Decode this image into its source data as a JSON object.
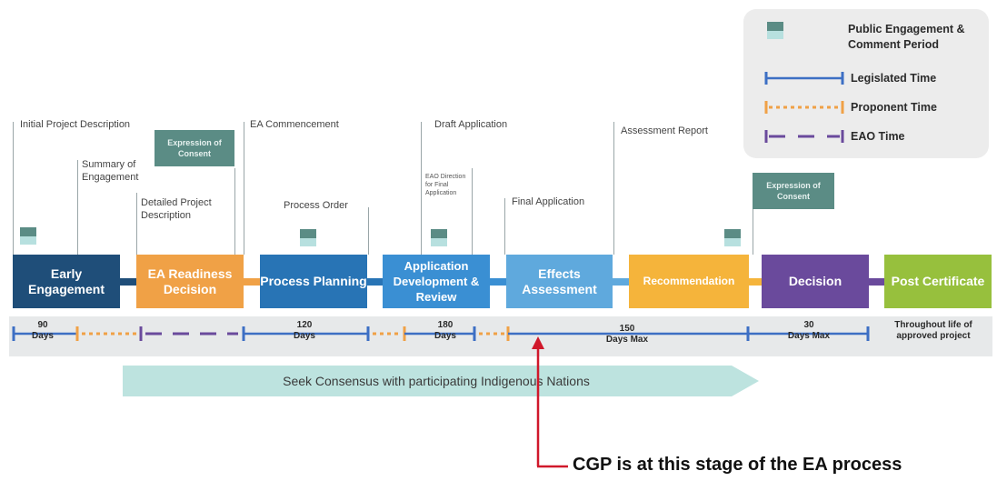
{
  "legend": {
    "engagement": "Public Engagement & Comment Period",
    "legislated": "Legislated Time",
    "proponent": "Proponent Time",
    "eao": "EAO Time"
  },
  "colors": {
    "early": "#1f4e79",
    "readiness": "#f0a146",
    "process": "#2874b5",
    "application": "#3a8fd3",
    "effects": "#5fa9dd",
    "recommendation": "#f5b43b",
    "decision": "#6a4a9c",
    "post": "#97c03d",
    "legislated_line": "#3d6fc4",
    "proponent_line": "#f0a146",
    "eao_line": "#6a4a9c",
    "consensus": "#bde3df",
    "arrow": "#d0182b"
  },
  "stages": {
    "early": "Early Engagement",
    "readiness": "EA Readiness Decision",
    "process": "Process Planning",
    "application": "Application Development & Review",
    "effects": "Effects Assessment",
    "recommendation": "Recommendation",
    "decision": "Decision",
    "post": "Post Certificate"
  },
  "annotations": {
    "initial_desc": "Initial Project Description",
    "summary": "Summary of Engagement",
    "detailed": "Detailed Project Description",
    "ea_commencement": "EA Commencement",
    "process_order": "Process Order",
    "draft_application": "Draft Application",
    "eao_direction": "EAO Direction for Final Application",
    "final_application": "Final Application",
    "assessment_report": "Assessment Report",
    "expression_1": "Expression of Consent",
    "expression_2": "Expression of Consent"
  },
  "durations": {
    "d1_num": "90",
    "d1_unit": "Days",
    "d2_num": "120",
    "d2_unit": "Days",
    "d3_num": "180",
    "d3_unit": "Days",
    "d4_num": "150",
    "d4_unit": "Days Max",
    "d5_num": "30",
    "d5_unit": "Days Max",
    "throughout": "Throughout life of approved project"
  },
  "consensus": "Seek Consensus with participating Indigenous Nations",
  "callout": "CGP is at this stage of the EA process"
}
